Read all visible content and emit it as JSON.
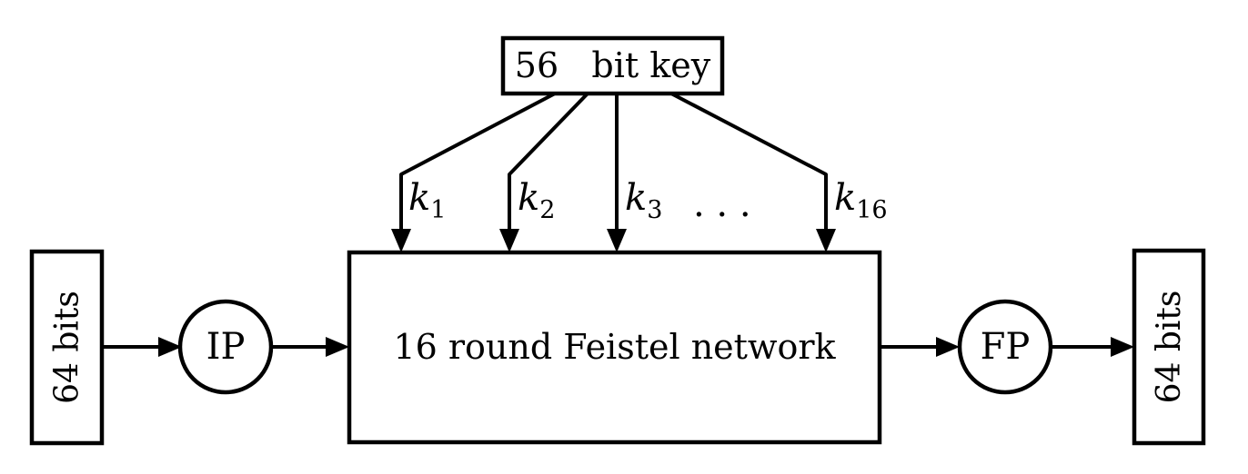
{
  "diagram": {
    "key_box": {
      "label": "56   bit key"
    },
    "round_key_labels": [
      {
        "base": "k",
        "sub": "1"
      },
      {
        "base": "k",
        "sub": "2"
      },
      {
        "base": "k",
        "sub": "3"
      },
      {
        "base": "k",
        "sub": "16"
      }
    ],
    "ellipsis": ". . .",
    "feistel_box": {
      "label": "16 round Feistel network"
    },
    "input_box": {
      "label": "64 bits"
    },
    "output_box": {
      "label": "64 bits"
    },
    "ip_node": {
      "label": "IP"
    },
    "fp_node": {
      "label": "FP"
    }
  },
  "colors": {
    "stroke": "#000000",
    "box_fill": "#e6e6e6",
    "background": "#ffffff"
  }
}
